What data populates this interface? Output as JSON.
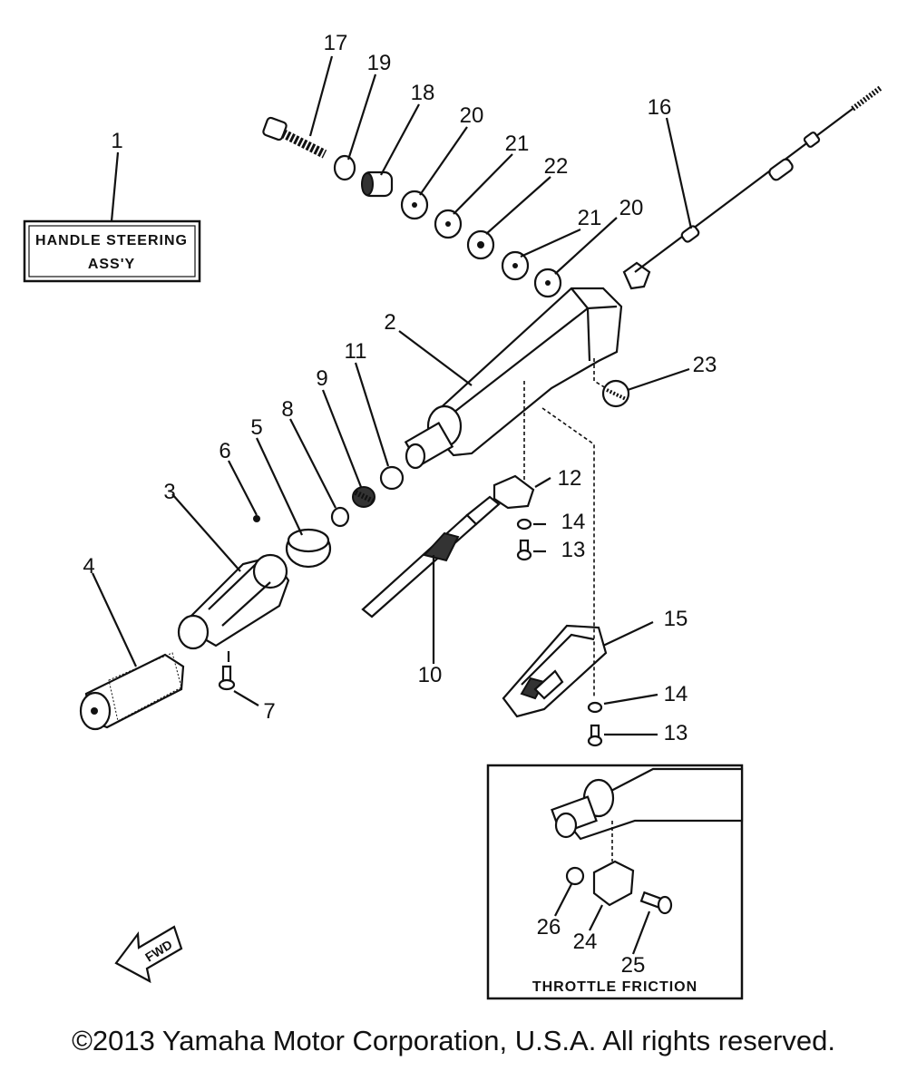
{
  "callouts": {
    "c1": "1",
    "c2": "2",
    "c3": "3",
    "c4": "4",
    "c5": "5",
    "c6": "6",
    "c7": "7",
    "c8": "8",
    "c9": "9",
    "c10": "10",
    "c11": "11",
    "c12": "12",
    "c13a": "13",
    "c13b": "13",
    "c14a": "14",
    "c14b": "14",
    "c15": "15",
    "c16": "16",
    "c17": "17",
    "c18": "18",
    "c19": "19",
    "c20a": "20",
    "c20b": "20",
    "c21a": "21",
    "c21b": "21",
    "c22": "22",
    "c23": "23",
    "c24": "24",
    "c25": "25",
    "c26": "26"
  },
  "assembly_box": {
    "line1": "HANDLE STEERING",
    "line2": "ASS'Y"
  },
  "inset_box": {
    "title": "THROTTLE FRICTION"
  },
  "fwd_arrow": {
    "label": "FWD"
  },
  "copyright": "©2013 Yamaha Motor Corporation, U.S.A. All rights reserved."
}
